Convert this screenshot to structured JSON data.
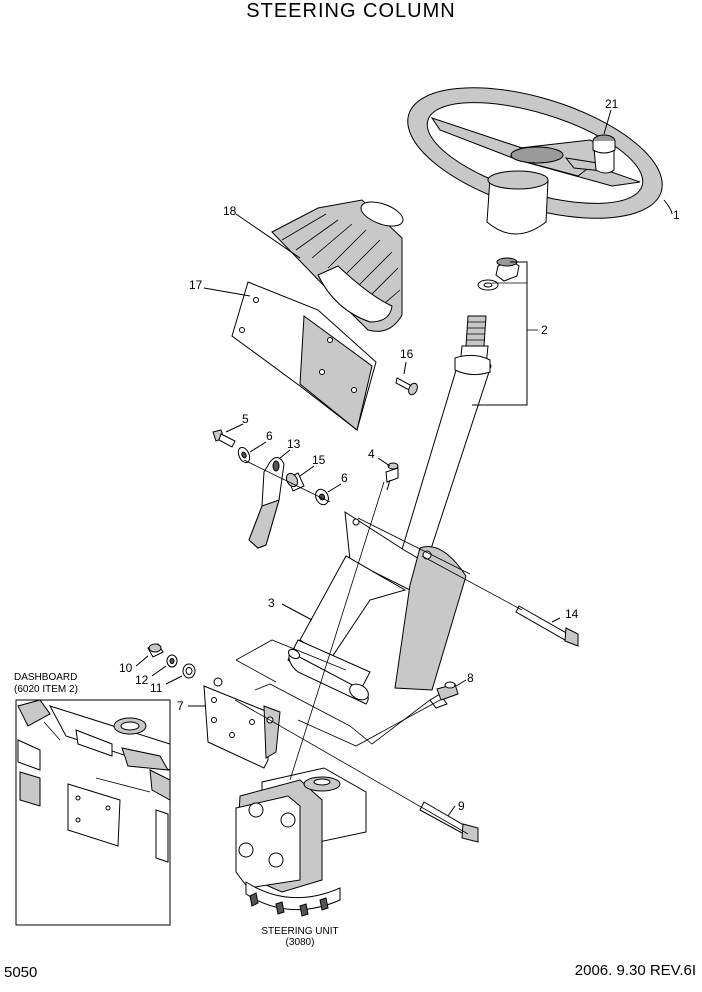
{
  "title": "STEERING COLUMN",
  "inset": {
    "label_line1": "DASHBOARD",
    "label_line2": "(6020 ITEM 2)"
  },
  "steering_unit": {
    "label_line1": "STEERING UNIT",
    "label_line2": "(3080)"
  },
  "footer": {
    "page_number": "5050",
    "date_revision": "2006. 9.30  REV.6I"
  },
  "callouts": [
    "21",
    "1",
    "18",
    "2",
    "17",
    "16",
    "5",
    "6",
    "13",
    "15",
    "4",
    "6",
    "3",
    "14",
    "10",
    "12",
    "11",
    "7",
    "8",
    "9"
  ]
}
